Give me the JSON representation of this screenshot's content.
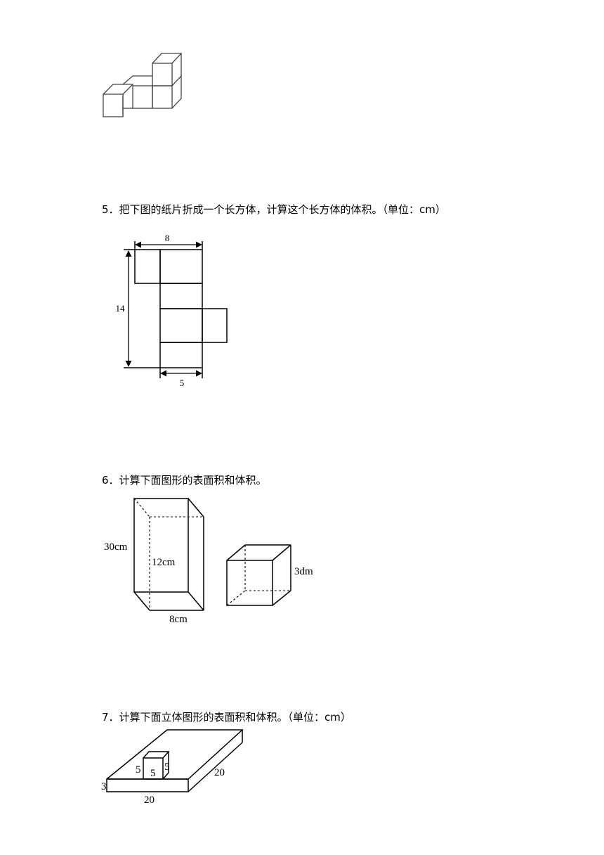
{
  "questions": {
    "q5": "5．把下图的纸片折成一个长方体，计算这个长方体的体积。（单位：cm）",
    "q6": "6．计算下面图形的表面积和体积。",
    "q7": "7．计算下面立体图形的表面积和体积。（单位：cm）"
  },
  "figure5": {
    "width_label": "8",
    "height_label": "14",
    "bottom_label": "5"
  },
  "figure6": {
    "prism_height_label": "30cm",
    "prism_depth_label": "12cm",
    "prism_width_label": "8cm",
    "cube_edge_label": "3dm"
  },
  "figure7": {
    "base_height_label": "3",
    "base_front_label": "20",
    "base_side_label": "20",
    "cube_left_label": "5",
    "cube_front_label": "5",
    "cube_right_label": "5"
  }
}
